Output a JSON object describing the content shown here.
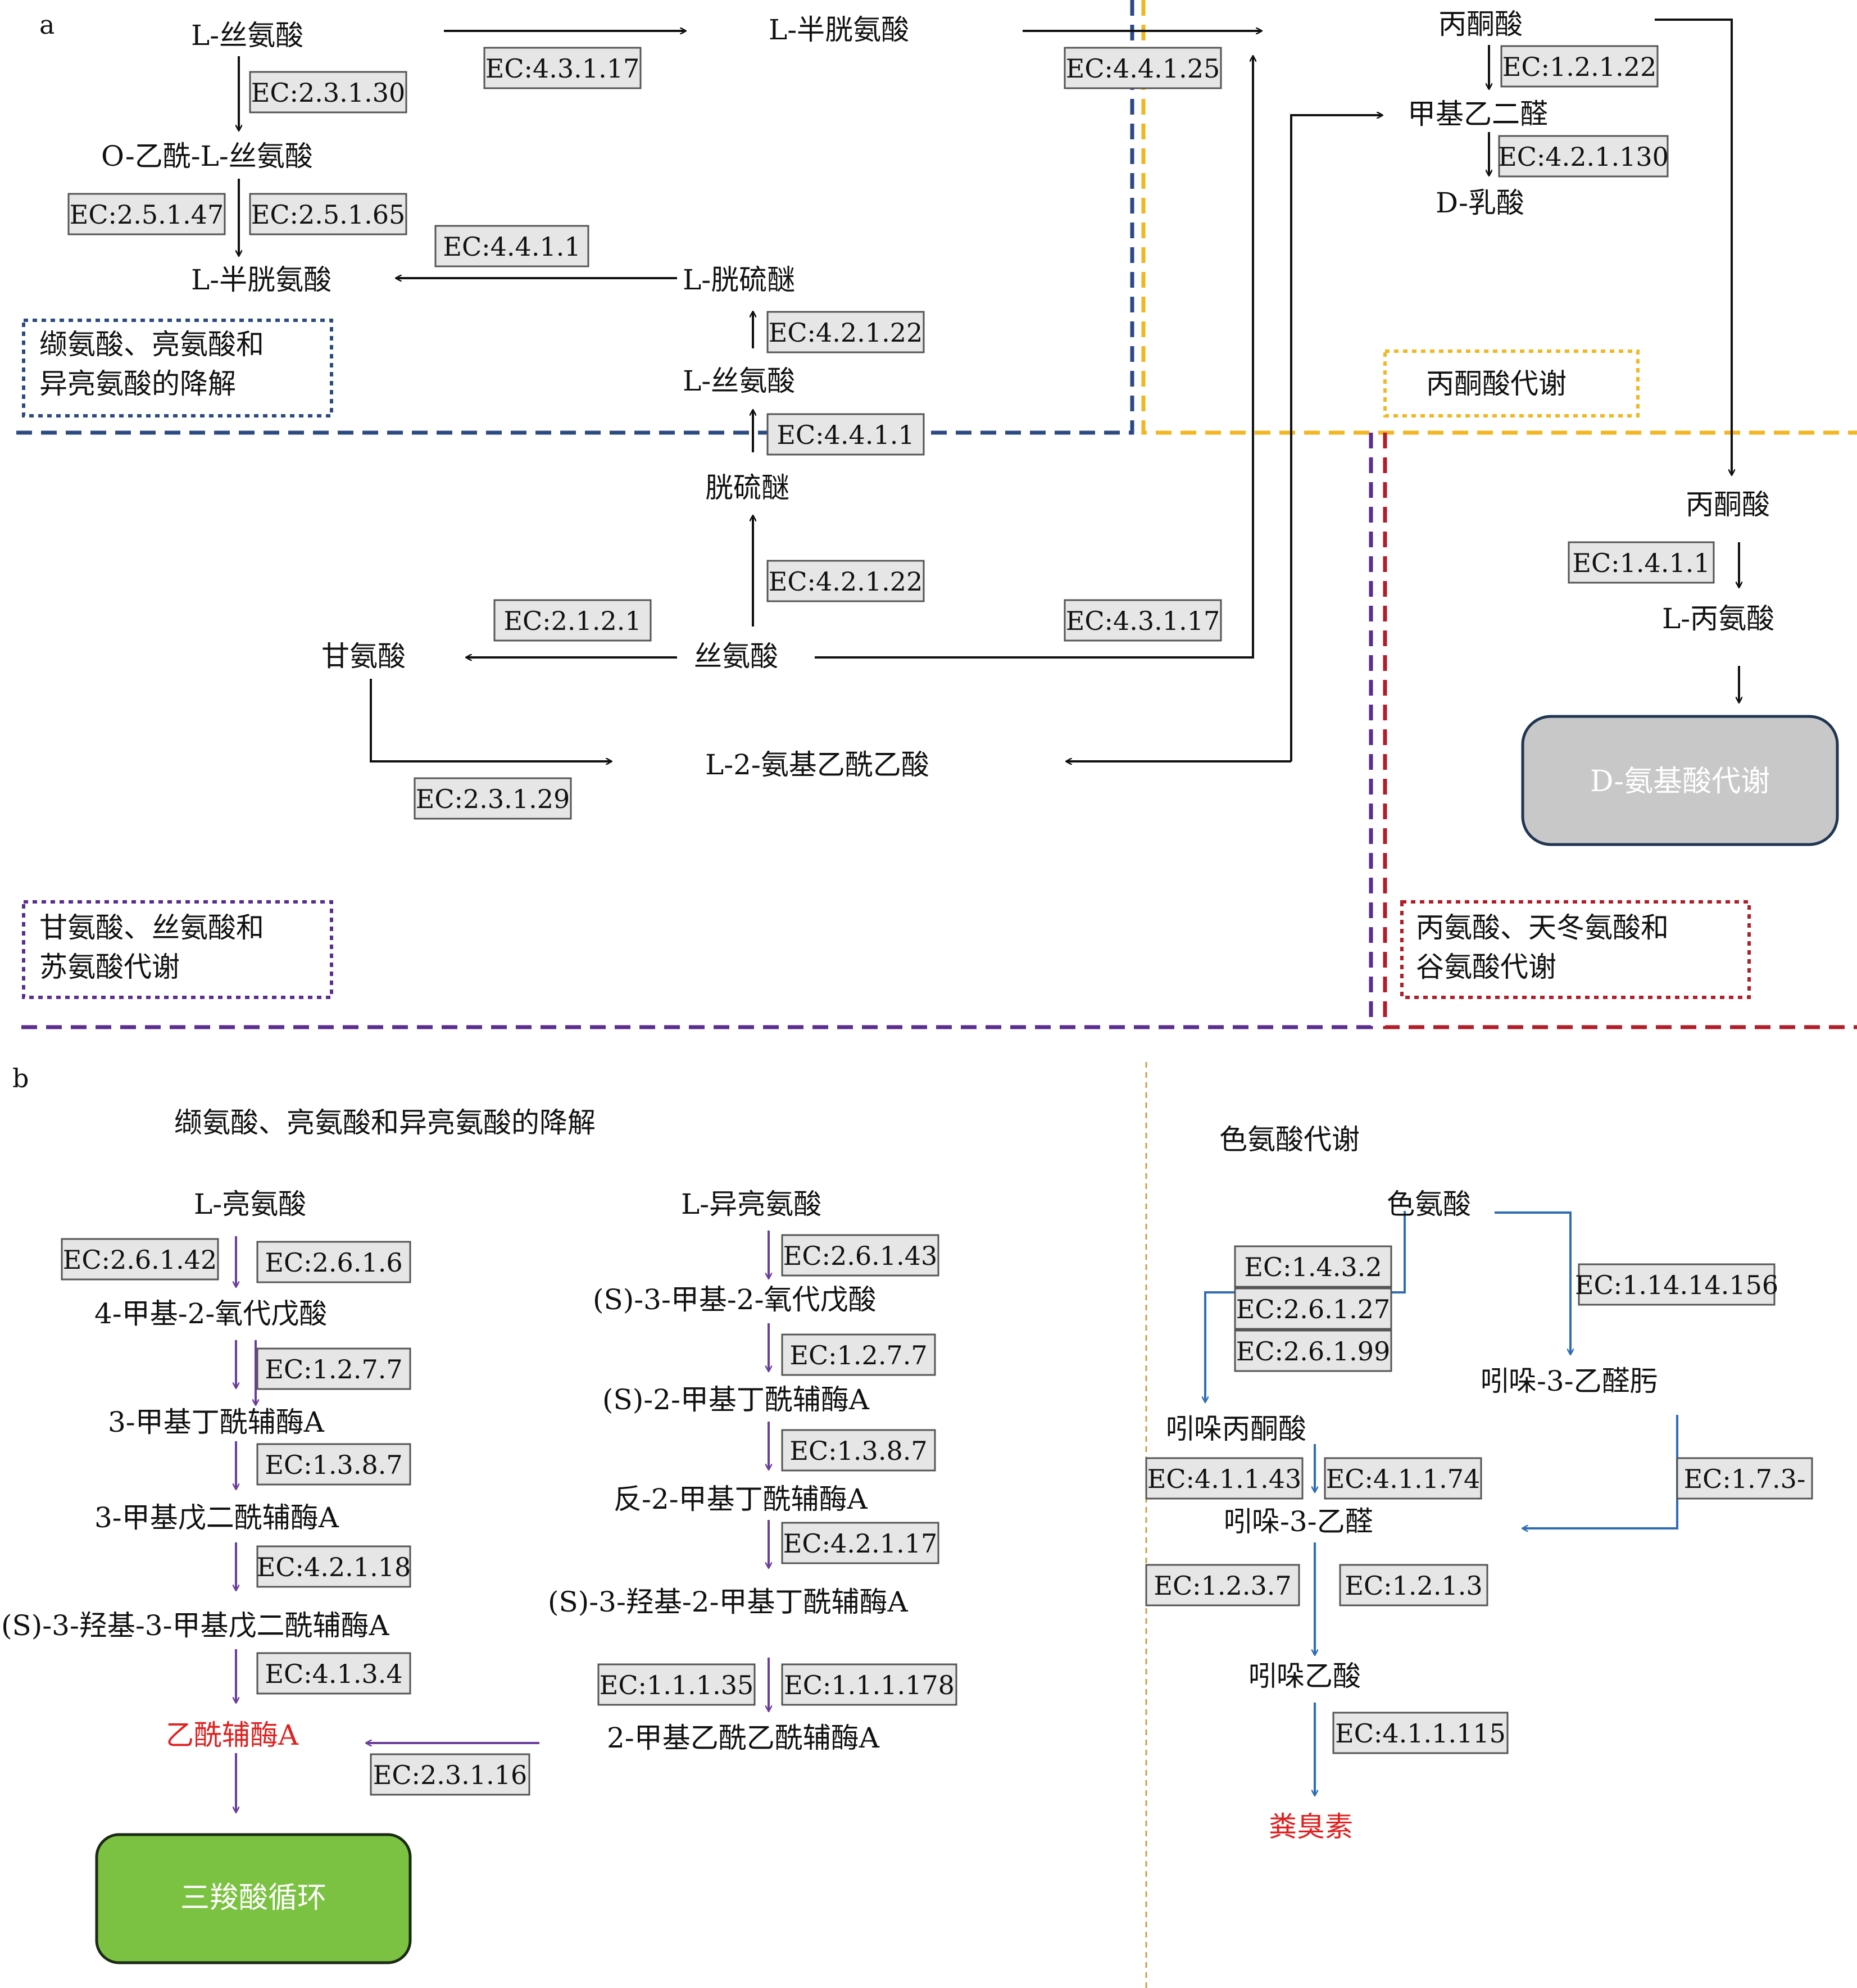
{
  "panel_labels": {
    "a": "a",
    "b": "b"
  },
  "colors": {
    "blue_region": "#2c4a82",
    "yellow_region": "#f2b622",
    "purple_region": "#5b2d8e",
    "red_region": "#b01e2a",
    "purple_arrow": "#6a3d9a",
    "blue_arrow": "#2e6db4",
    "highlight_red": "#e02020",
    "tca_box": "#7cc242",
    "damino_box": "#c8c8c8"
  },
  "panel_a": {
    "nodes": {
      "l_serine_top": "L-丝氨酸",
      "l_cysteine_top": "L-半胱氨酸",
      "pyruvate_top": "丙酮酸",
      "o_acetyl_serine": "O-乙酰-L-丝氨酸",
      "methylglyoxal": "甲基乙二醛",
      "d_lactate": "D-乳酸",
      "l_cysteine_mid": "L-半胱氨酸",
      "l_cystathionine": "L-胱硫醚",
      "l_serine_mid": "L-丝氨酸",
      "cystathionine": "胱硫醚",
      "pyruvate_right": "丙酮酸",
      "l_alanine": "L-丙氨酸",
      "glycine": "甘氨酸",
      "serine": "丝氨酸",
      "l2_amino": "L-2-氨基乙酰乙酸"
    },
    "ec": {
      "e1": "EC:4.3.1.17",
      "e2": "EC:4.4.1.25",
      "e3": "EC:2.3.1.30",
      "e4": "EC:1.2.1.22",
      "e5": "EC:4.2.1.130",
      "e6": "EC:2.5.1.47",
      "e7": "EC:2.5.1.65",
      "e8": "EC:4.4.1.1",
      "e9": "EC:4.2.1.22",
      "e10": "EC:4.4.1.1",
      "e11": "EC:4.2.1.22",
      "e12": "EC:2.1.2.1",
      "e13": "EC:4.3.1.17",
      "e14": "EC:1.4.1.1",
      "e15": "EC:2.3.1.29"
    },
    "regions": {
      "bcaa": [
        "缬氨酸、亮氨酸和",
        "异亮氨酸的降解"
      ],
      "pyruvate": "丙酮酸代谢",
      "glycine": [
        "甘氨酸、丝氨酸和",
        "苏氨酸代谢"
      ],
      "alanine": [
        "丙氨酸、天冬氨酸和",
        "谷氨酸代谢"
      ]
    },
    "d_amino_box": "D-氨基酸代谢"
  },
  "panel_b": {
    "left_title": "缬氨酸、亮氨酸和异亮氨酸的降解",
    "right_title": "色氨酸代谢",
    "leucine": {
      "nodes": [
        "L-亮氨酸",
        "4-甲基-2-氧代戊酸",
        "3-甲基丁酰辅酶A",
        "3-甲基戊二酰辅酶A",
        "(S)-3-羟基-3-甲基戊二酰辅酶A",
        "乙酰辅酶A"
      ],
      "ec": {
        "a": "EC:2.6.1.42",
        "b": "EC:2.6.1.6",
        "c": "EC:1.2.7.7",
        "d": "EC:1.3.8.7",
        "e": "EC:4.2.1.18",
        "f": "EC:4.1.3.4"
      }
    },
    "isoleucine": {
      "nodes": [
        "L-异亮氨酸",
        "(S)-3-甲基-2-氧代戊酸",
        "(S)-2-甲基丁酰辅酶A",
        "反-2-甲基丁酰辅酶A",
        "(S)-3-羟基-2-甲基丁酰辅酶A",
        "2-甲基乙酰乙酰辅酶A"
      ],
      "ec": {
        "a": "EC:2.6.1.43",
        "b": "EC:1.2.7.7",
        "c": "EC:1.3.8.7",
        "d": "EC:4.2.1.17",
        "e": "EC:1.1.1.35",
        "f": "EC:1.1.1.178",
        "g": "EC:2.3.1.16"
      }
    },
    "tca_box": "三羧酸循环",
    "tryptophan": {
      "nodes": [
        "色氨酸",
        "吲哚丙酮酸",
        "吲哚-3-乙醛肟",
        "吲哚-3-乙醛",
        "吲哚乙酸",
        "粪臭素"
      ],
      "ec": {
        "a": "EC:1.4.3.2",
        "b": "EC:2.6.1.27",
        "c": "EC:2.6.1.99",
        "d": "EC:1.14.14.156",
        "e": "EC:4.1.1.43",
        "f": "EC:4.1.1.74",
        "g": "EC:1.7.3-",
        "h": "EC:1.2.3.7",
        "i": "EC:1.2.1.3",
        "j": "EC:4.1.1.115"
      }
    }
  }
}
